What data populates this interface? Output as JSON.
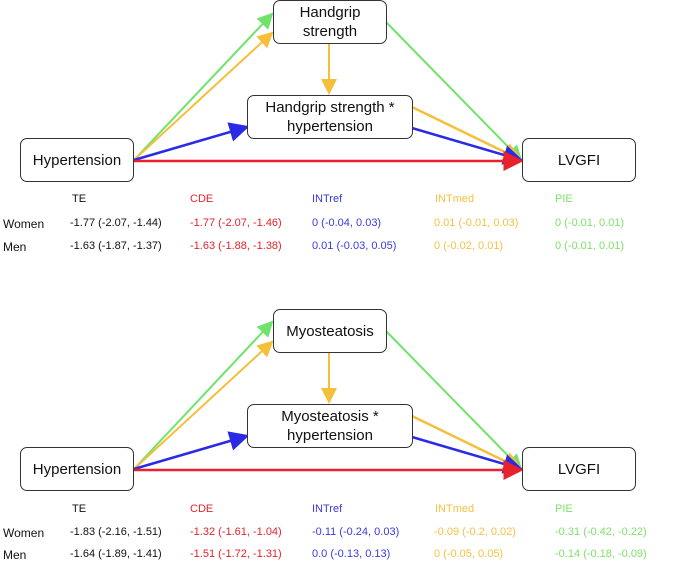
{
  "colors": {
    "te": "#111111",
    "cde": "#e8212a",
    "intref": "#2b2be6",
    "intmed": "#f5bf3a",
    "pie": "#6fe36a"
  },
  "panels": [
    {
      "exposure": "Hypertension",
      "mediator": "Handgrip strength",
      "interaction_line1": "Handgrip strength *",
      "interaction_line2": "hypertension",
      "outcome": "LVGFI",
      "headers": [
        "TE",
        "CDE",
        "INTref",
        "INTmed",
        "PIE"
      ],
      "rows": [
        {
          "label": "Women",
          "values": [
            "-1.77 (-2.07, -1.44)",
            "-1.77 (-2.07, -1.46)",
            "0 (-0.04, 0.03)",
            "0.01 (-0.01, 0.03)",
            "0 (-0.01, 0.01)"
          ]
        },
        {
          "label": "Men",
          "values": [
            "-1.63 (-1.87, -1.37)",
            "-1.63 (-1.88, -1.38)",
            "0.01 (-0.03, 0.05)",
            "0 (-0.02, 0.01)",
            "0 (-0.01, 0.01)"
          ]
        }
      ]
    },
    {
      "exposure": "Hypertension",
      "mediator": "Myosteatosis",
      "interaction_line1": "Myosteatosis *",
      "interaction_line2": "hypertension",
      "outcome": "LVGFI",
      "headers": [
        "TE",
        "CDE",
        "INTref",
        "INTmed",
        "PIE"
      ],
      "rows": [
        {
          "label": "Women",
          "values": [
            "-1.83 (-2.16, -1.51)",
            "-1.32 (-1.61, -1.04)",
            "-0.11 (-0.24, 0.03)",
            "-0.09 (-0.2, 0.02)",
            "-0.31 (-0.42, -0.22)"
          ]
        },
        {
          "label": "Men",
          "values": [
            "-1.64 (-1.89, -1.41)",
            "-1.51 (-1.72, -1.31)",
            "0.0 (-0.13, 0.13)",
            "0 (-0.05, 0.05)",
            "-0.14 (-0.18, -0.09)"
          ]
        }
      ]
    }
  ]
}
